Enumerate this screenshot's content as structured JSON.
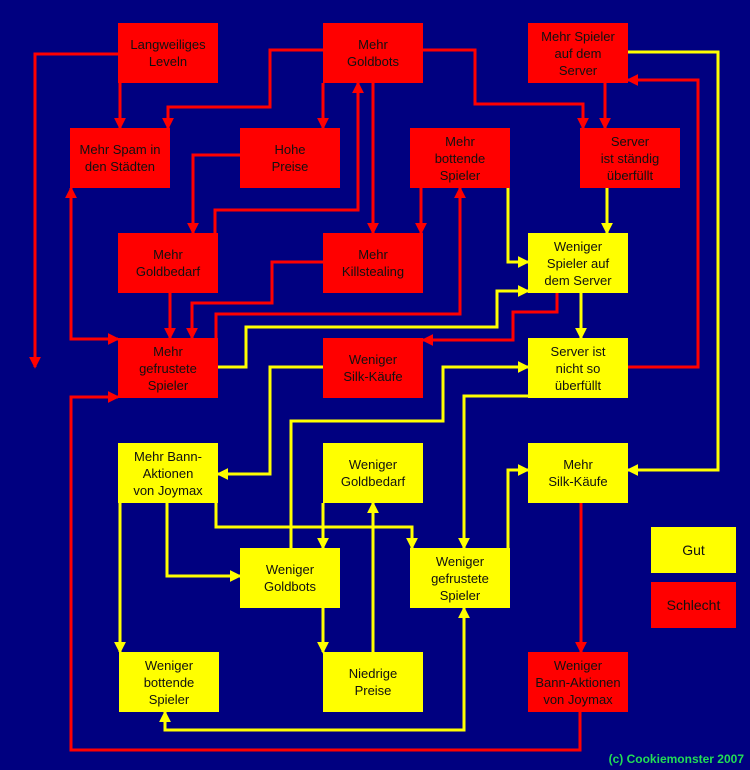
{
  "colors": {
    "background": "#000080",
    "bad": "#ff0000",
    "good": "#ffff00",
    "copyright": "#22dd55"
  },
  "nodes": {
    "langweiliges_leveln": "Langweiliges\nLeveln",
    "mehr_goldbots": "Mehr\nGoldbots",
    "mehr_spieler_server": "Mehr Spieler\nauf dem\nServer",
    "mehr_spam": "Mehr Spam in\nden Städten",
    "hohe_preise": "Hohe\nPreise",
    "mehr_bottende": "Mehr\nbottende\nSpieler",
    "server_ueberfuellt": "Server\nist ständig\nüberfüllt",
    "mehr_goldbedarf": "Mehr\nGoldbedarf",
    "mehr_killstealing": "Mehr\nKillstealing",
    "weniger_spieler_server": "Weniger\nSpieler auf\ndem Server",
    "mehr_gefrustete": "Mehr\ngefrustete\nSpieler",
    "weniger_silk": "Weniger\nSilk-Käufe",
    "server_nicht_ueberfuellt": "Server ist\nnicht so\nüberfüllt",
    "mehr_bann": "Mehr Bann-\nAktionen\nvon Joymax",
    "weniger_goldbedarf": "Weniger\nGoldbedarf",
    "mehr_silk": "Mehr\nSilk-Käufe",
    "weniger_goldbots": "Weniger\nGoldbots",
    "weniger_gefrustete": "Weniger\ngefrustete\nSpieler",
    "weniger_bottende": "Weniger\nbottende\nSpieler",
    "niedrige_preise": "Niedrige\nPreise",
    "weniger_bann": "Weniger\nBann-Aktionen\nvon Joymax"
  },
  "legend": {
    "good": "Gut",
    "bad": "Schlecht"
  },
  "copyright": "(c) Cookiemonster 2007"
}
